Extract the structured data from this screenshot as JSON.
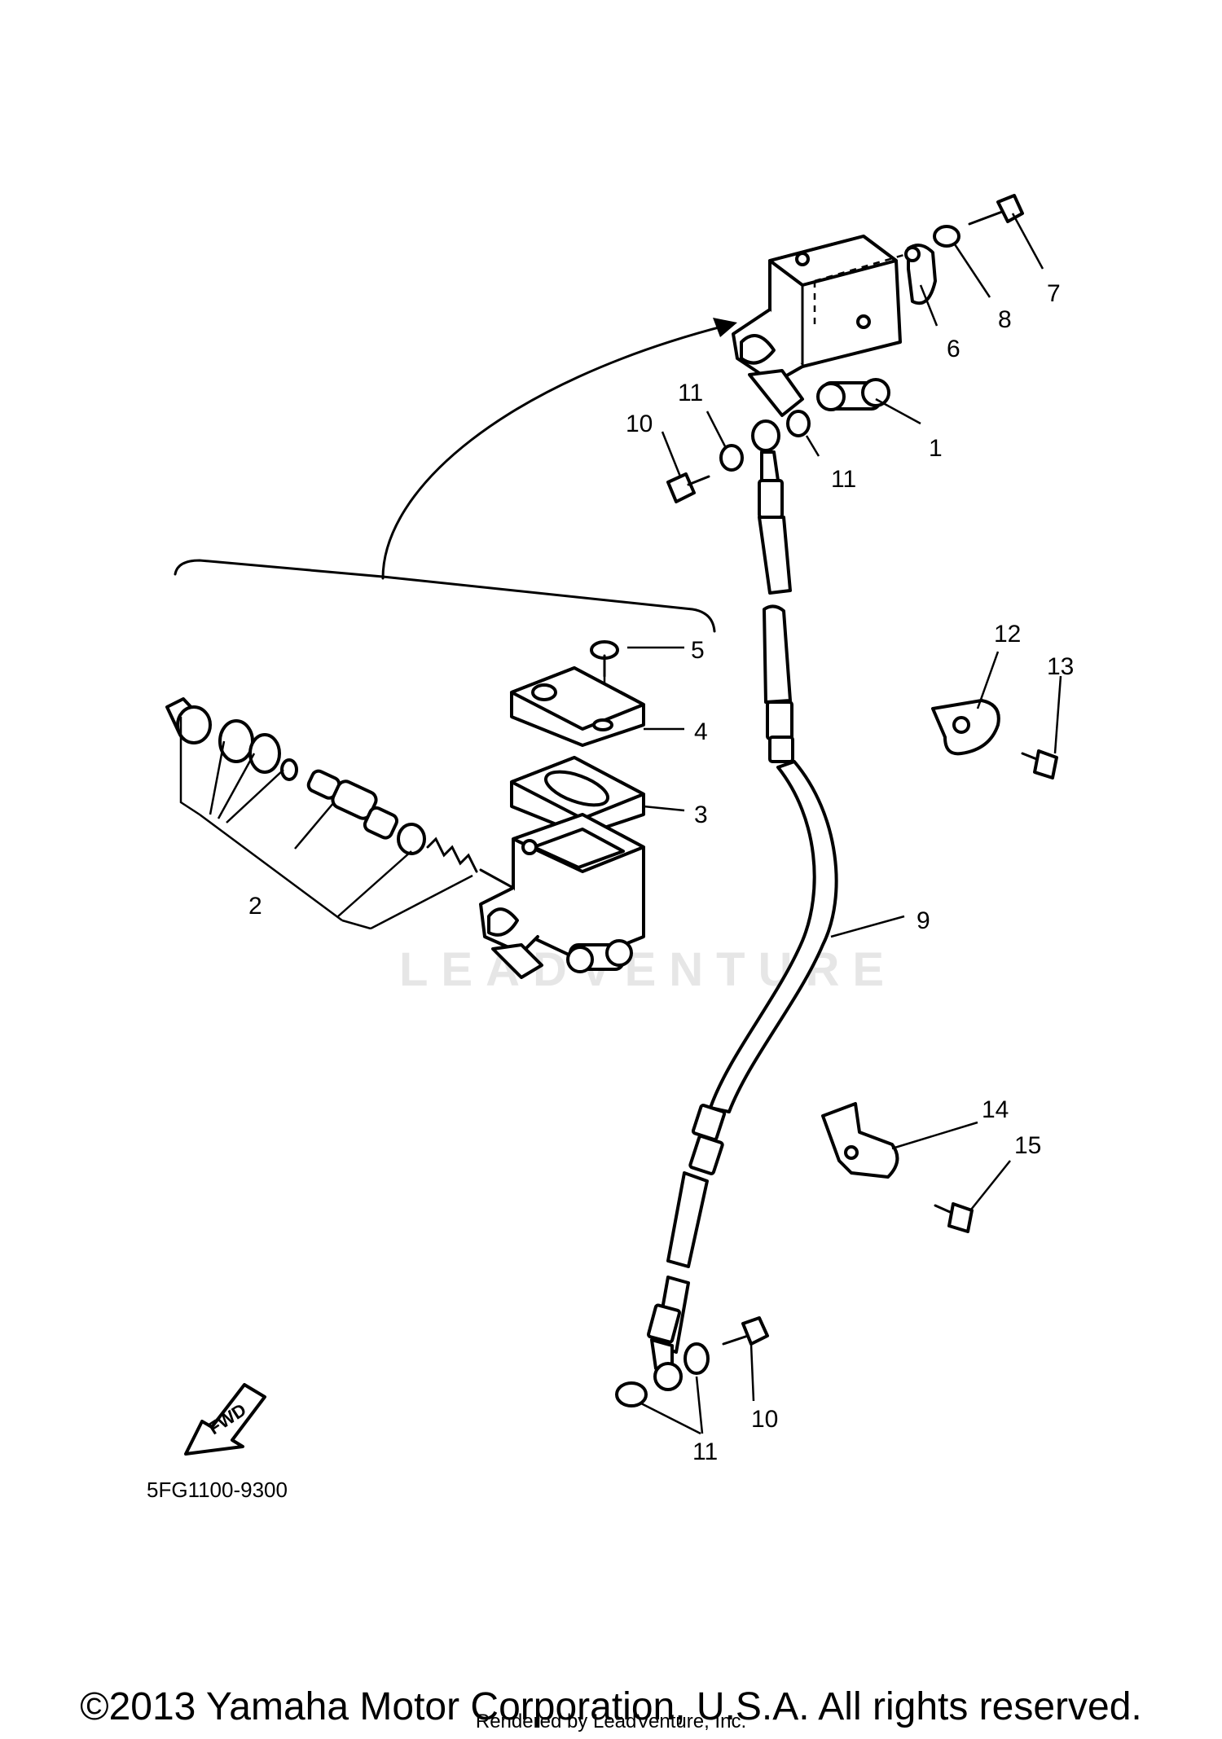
{
  "diagram": {
    "code": "5FG1100-9300",
    "watermark": "LEADVENTURE",
    "fwd_label": "FWD",
    "part_numbers": {
      "p1": "1",
      "p2": "2",
      "p3": "3",
      "p4": "4",
      "p5": "5",
      "p6": "6",
      "p7": "7",
      "p8": "8",
      "p9": "9",
      "p10a": "10",
      "p10b": "10",
      "p11a": "11",
      "p11b": "11",
      "p11c": "11",
      "p12": "12",
      "p13": "13",
      "p14": "14",
      "p15": "15"
    }
  },
  "footer": {
    "copyright": "©2013 Yamaha Motor Corporation, U.S.A. All rights reserved.",
    "rendered_by": "Rendered by LeadVenture, Inc."
  }
}
